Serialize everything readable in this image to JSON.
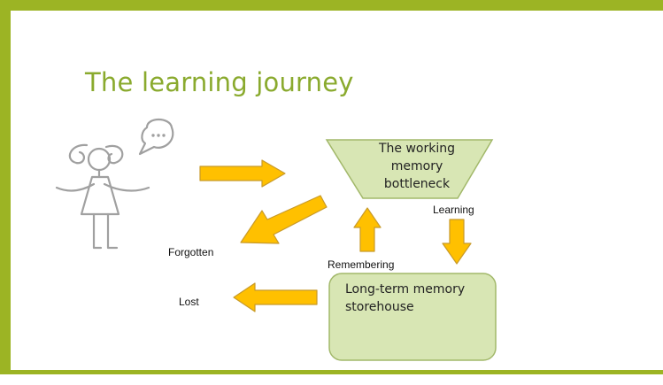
{
  "title": "The learning journey",
  "diagram": {
    "bottleneck": {
      "lines": [
        "The working",
        "memory",
        "bottleneck"
      ]
    },
    "storehouse": {
      "lines": [
        "Long-term memory",
        "storehouse"
      ]
    },
    "labels": {
      "learning": "Learning",
      "remembering": "Remembering",
      "forgotten": "Forgotten",
      "lost": "Lost"
    },
    "icons": [
      "person-icon",
      "speech-bubble-icon",
      "ellipsis-icon"
    ]
  },
  "colors": {
    "frame": "#9cb424",
    "title": "#8aaa2e",
    "arrow_fill": "#ffc000",
    "arrow_stroke": "#c89a2a",
    "shape_fill": "#d8e6b4",
    "shape_stroke": "#a2b86a",
    "person_stroke": "#a0a0a0"
  }
}
